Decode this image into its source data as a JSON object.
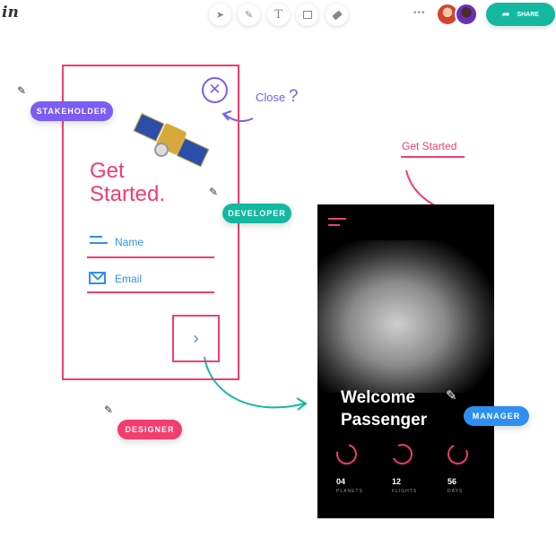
{
  "app": {
    "logo": "in"
  },
  "toolbar": {
    "tools": [
      "select-tool",
      "pen-tool",
      "text-tool",
      "image-tool",
      "eraser-tool"
    ],
    "text_glyph": "T",
    "more": "•••",
    "share_label": "SHARE"
  },
  "colors": {
    "pink": "#f23d6e",
    "purple": "#7b5cf5",
    "teal": "#14b8a0",
    "blue": "#2f8ff0"
  },
  "badges": {
    "stakeholder": "STAKEHOLDER",
    "developer": "DEVELOPER",
    "designer": "DESIGNER",
    "manager": "MANAGER"
  },
  "annotations": {
    "close": "Close",
    "close_mark": "?",
    "get_started": "Get Started"
  },
  "left_card": {
    "title_line1": "Get",
    "title_line2": "Started.",
    "name_label": "Name",
    "email_label": "Email"
  },
  "right_card": {
    "title_line1": "Welcome",
    "title_line2": "Passenger",
    "stats": [
      {
        "value": "04",
        "label": "PLANETS"
      },
      {
        "value": "12",
        "label": "FLIGHTS"
      },
      {
        "value": "56",
        "label": "DAYS"
      }
    ]
  }
}
